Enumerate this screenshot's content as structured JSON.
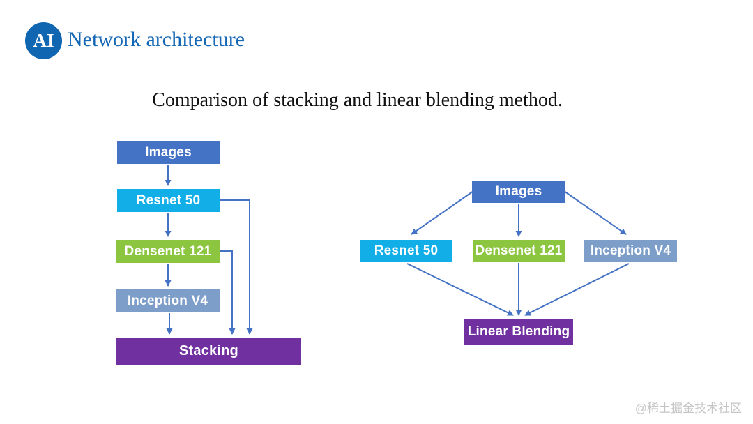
{
  "header": {
    "logo_text": "AI",
    "title": "Network architecture"
  },
  "slide_title": "Comparison of stacking and linear blending method.",
  "watermark": "@稀土掘金技术社区",
  "colors": {
    "brand_blue": "#1166b2",
    "header_text_blue": "#1467b5",
    "arrow_blue": "#4472c4",
    "node_images": "#4472c4",
    "node_resnet": "#12aee8",
    "node_densenet": "#8cc540",
    "node_inception": "#7d9ec9",
    "node_output": "#7030a0"
  },
  "stacking_diagram": {
    "nodes": {
      "images": "Images",
      "resnet": "Resnet 50",
      "densenet": "Densenet 121",
      "inception": "Inception V4",
      "output": "Stacking"
    }
  },
  "blending_diagram": {
    "nodes": {
      "images": "Images",
      "resnet": "Resnet 50",
      "densenet": "Densenet 121",
      "inception": "Inception V4",
      "output": "Linear Blending"
    }
  }
}
